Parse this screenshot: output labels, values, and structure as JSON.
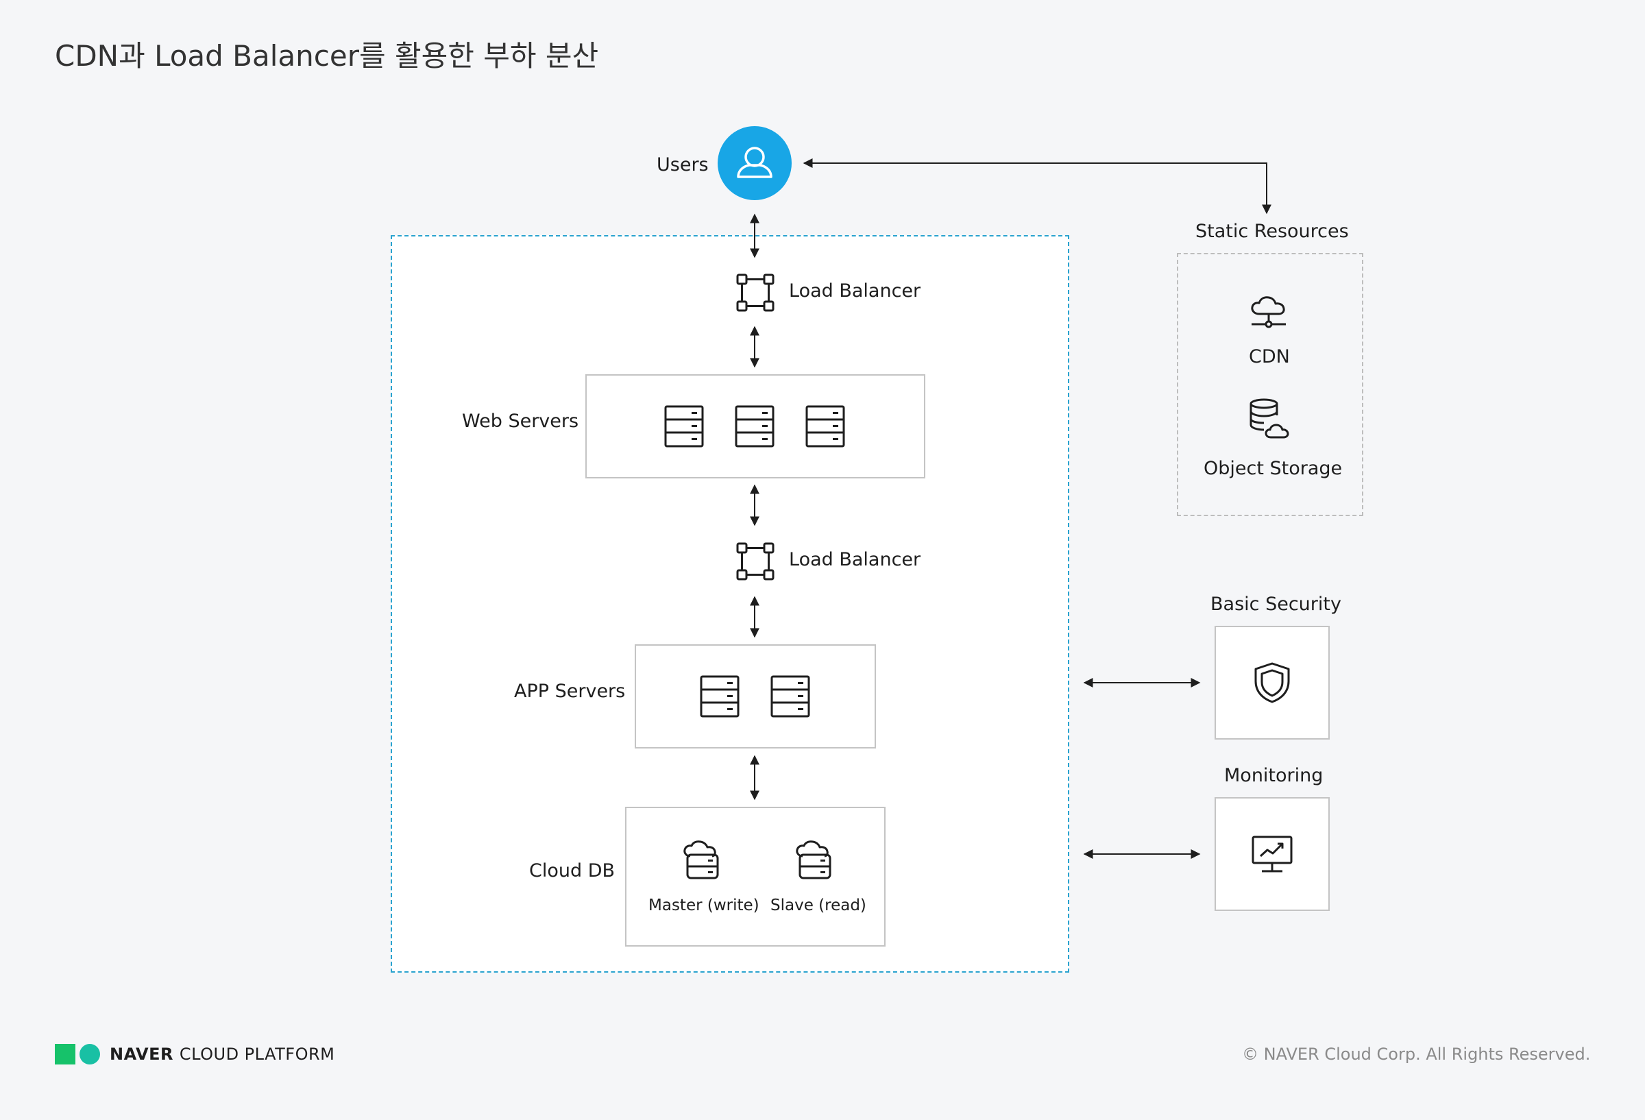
{
  "title": "CDN과 Load Balancer를 활용한 부하 분산",
  "nodes": {
    "users": "Users",
    "lb_top": "Load Balancer",
    "web_servers": "Web Servers",
    "lb_mid": "Load Balancer",
    "app_servers": "APP Servers",
    "cloud_db": "Cloud DB",
    "db_master": "Master (write)",
    "db_slave": "Slave (read)"
  },
  "side": {
    "static_resources": "Static Resources",
    "cdn": "CDN",
    "object_storage": "Object Storage",
    "basic_security": "Basic Security",
    "monitoring": "Monitoring"
  },
  "footer": {
    "brand_bold": "NAVER",
    "brand_light": "CLOUD PLATFORM",
    "copyright": "© NAVER Cloud Corp. All Rights Reserved."
  },
  "colors": {
    "users_circle": "#18a6e6",
    "dashed_border": "#2aa3cf",
    "logo_green": "#16c26a",
    "logo_teal": "#19c0a4"
  },
  "icons": {
    "users": "user-icon",
    "load_balancer": "load-balancer-icon",
    "server": "server-icon",
    "db": "cloud-database-icon",
    "cdn": "cdn-cloud-icon",
    "object_storage": "object-storage-icon",
    "security": "shield-icon",
    "monitoring": "monitor-chart-icon"
  }
}
